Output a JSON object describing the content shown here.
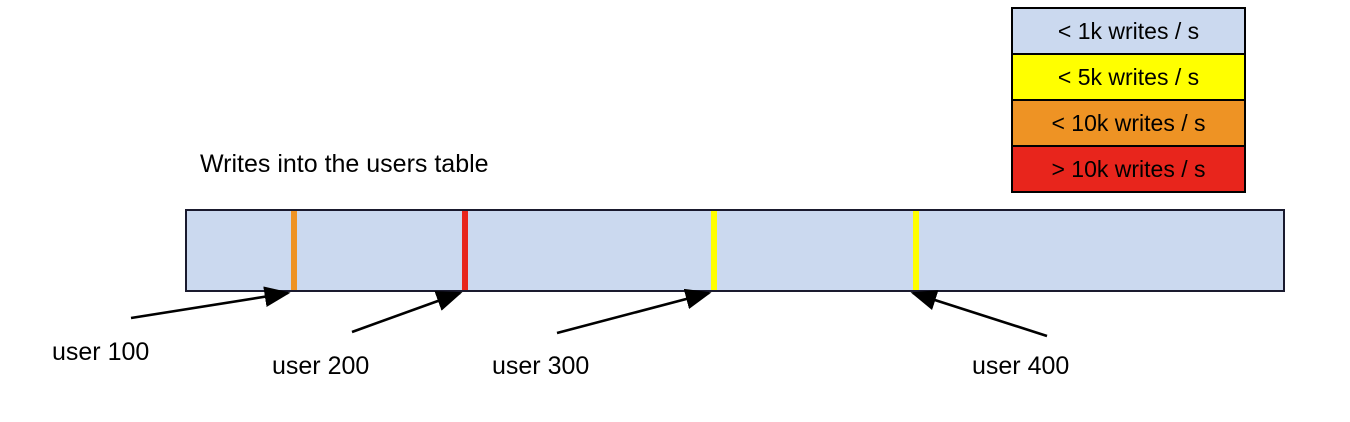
{
  "chart_data": {
    "type": "bar",
    "title": "Writes into the users table",
    "xlabel": "",
    "ylabel": "",
    "description": "Horizontal key-range bar for the users table showing write-rate hotspots at specific user key boundaries",
    "baseline_band": {
      "label": "< 1k writes / s",
      "color": "#cbd9ef"
    },
    "categories": [
      "user 100",
      "user 200",
      "user 300",
      "user 400"
    ],
    "series": [
      {
        "name": "write rate band",
        "values": [
          "< 10k writes / s",
          "> 10k writes / s",
          "< 5k writes / s",
          "< 5k writes / s"
        ]
      }
    ],
    "markers": [
      {
        "label": "user 100",
        "band": "< 10k writes / s",
        "color": "#ee9324",
        "x_pct": 9.6
      },
      {
        "label": "user 200",
        "band": "> 10k writes / s",
        "color": "#e8251c",
        "x_pct": 25.2
      },
      {
        "label": "user 300",
        "band": "< 5k writes / s",
        "color": "#ffff00",
        "x_pct": 47.8
      },
      {
        "label": "user 400",
        "band": "< 5k writes / s",
        "color": "#ffff00",
        "x_pct": 66.2
      }
    ],
    "legend_position": "top-right",
    "grid": false
  },
  "legend": {
    "rows": [
      {
        "label": "< 1k writes / s",
        "color": "#cbd9ef"
      },
      {
        "label": "< 5k writes / s",
        "color": "#ffff00"
      },
      {
        "label": "< 10k writes / s",
        "color": "#ee9324"
      },
      {
        "label": "> 10k writes / s",
        "color": "#e8251c"
      }
    ]
  },
  "diagram": {
    "title": "Writes into the users table",
    "bar": {
      "fill_color": "#cbd9ef",
      "border_color": "#1a1a2e"
    },
    "callouts": [
      {
        "label": "user 100"
      },
      {
        "label": "user 200"
      },
      {
        "label": "user 300"
      },
      {
        "label": "user 400"
      }
    ]
  },
  "colors": {
    "band_lt_1k": "#cbd9ef",
    "band_lt_5k": "#ffff00",
    "band_lt_10k": "#ee9324",
    "band_gt_10k": "#e8251c",
    "outline": "#000000",
    "background": "#ffffff"
  }
}
